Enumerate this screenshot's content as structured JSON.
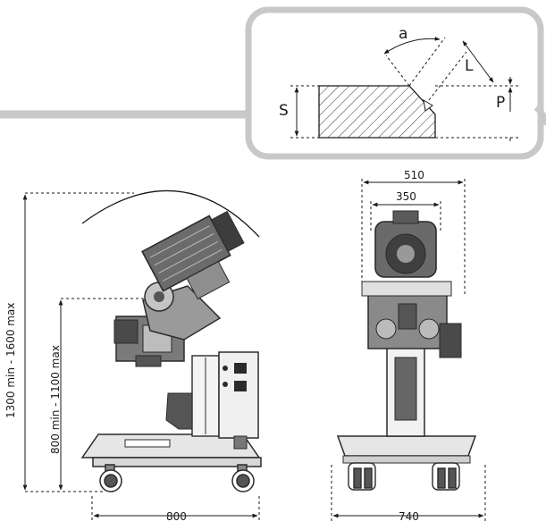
{
  "detail": {
    "angle_label": "a",
    "length_label": "L",
    "thickness_label": "S",
    "depth_label": "P"
  },
  "side_view": {
    "height_label": "1300 min - 1600 max",
    "table_height_label": "800 min - 1100 max",
    "width_label": "800"
  },
  "front_view": {
    "outer_width_label": "510",
    "inner_width_label": "350",
    "base_width_label": "740"
  },
  "colors": {
    "frame": "#c8c8c8",
    "line": "#1a1a1a",
    "machine_gray": "#9a9a9a",
    "dark": "#2b2b2b"
  }
}
